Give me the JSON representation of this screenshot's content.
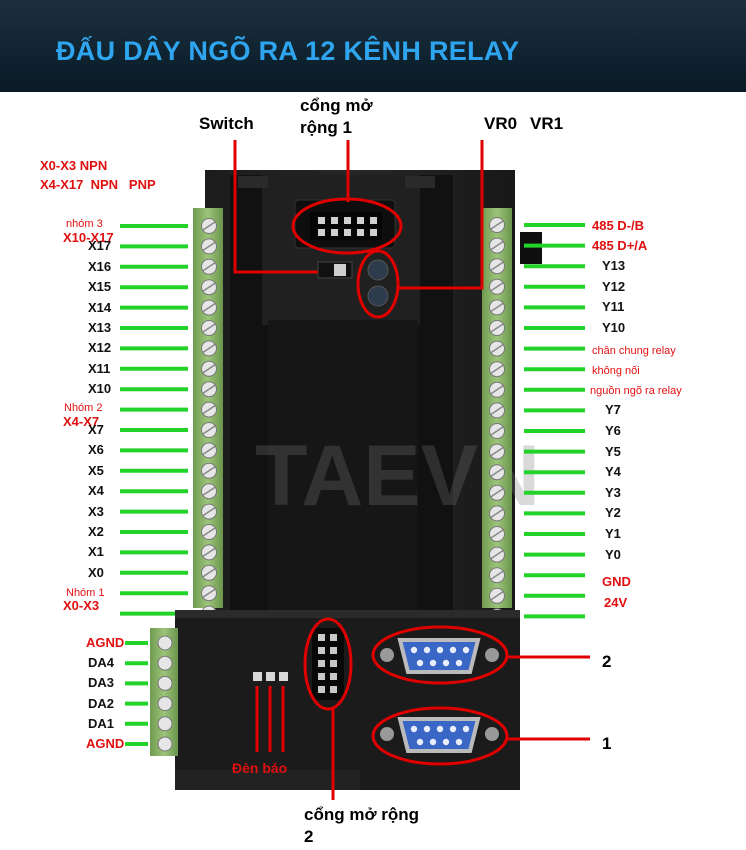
{
  "banner": {
    "title": "ĐẤU DÂY NGÕ RA 12 KÊNH RELAY"
  },
  "top_labels": {
    "switch": "Switch",
    "expansion_port_1_line1": "cổng mở",
    "expansion_port_1_line2": "rộng 1",
    "vr0": "VR0",
    "vr1": "VR1"
  },
  "input_type_notes": {
    "line1_range": "X0-X3",
    "line1_type": "NPN",
    "line2_range": "X4-X17",
    "line2_type_npn": "NPN",
    "line2_type_pnp": "PNP"
  },
  "left_terminals": {
    "group3_name": "nhóm 3",
    "group3_range": "X10-X17",
    "group2_name": "Nhóm 2",
    "group2_range": "X4-X7",
    "group1_name": "Nhóm 1",
    "group1_range": "X0-X3",
    "inputs": [
      "X17",
      "X16",
      "X15",
      "X14",
      "X13",
      "X12",
      "X11",
      "X10",
      "X7",
      "X6",
      "X5",
      "X4",
      "X3",
      "X2",
      "X1",
      "X0"
    ]
  },
  "right_terminals": {
    "rs485_b": "485 D-/B",
    "rs485_a": "485 D+/A",
    "outputs_upper": [
      "Y13",
      "Y12",
      "Y11",
      "Y10"
    ],
    "relay_common": "chân chung relay",
    "not_connected": "không nối",
    "output_power": "nguồn ngõ ra relay",
    "outputs_lower": [
      "Y7",
      "Y6",
      "Y5",
      "Y4",
      "Y3",
      "Y2",
      "Y1",
      "Y0"
    ],
    "gnd": "GND",
    "v24": "24V"
  },
  "analog_terminals": [
    "AGND",
    "DA4",
    "DA3",
    "DA2",
    "DA1",
    "AGND"
  ],
  "bottom_labels": {
    "indicator_lights": "Đèn báo",
    "expansion_port_2_line1": "cổng mở rộng",
    "expansion_port_2_line2": "2",
    "serial_port_2": "2",
    "serial_port_1": "1"
  },
  "watermark": "TAEVN",
  "colors": {
    "banner_bg": "#0f2330",
    "banner_text": "#2fa5f0",
    "wire": "#22d42a",
    "highlight": "#e00000",
    "terminal_block": "#8dbb6a",
    "device_body": "#1a1a1a"
  }
}
